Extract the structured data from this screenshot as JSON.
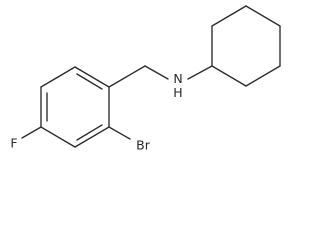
{
  "structure": {
    "atoms": {
      "nh": "N\nH",
      "br": "Br",
      "f": "F"
    },
    "rings": [
      "benzene",
      "cyclohexane"
    ]
  },
  "colors": {
    "background": "#ffffff",
    "bond": "#2b2b2b",
    "label": "#2b2b2b"
  }
}
